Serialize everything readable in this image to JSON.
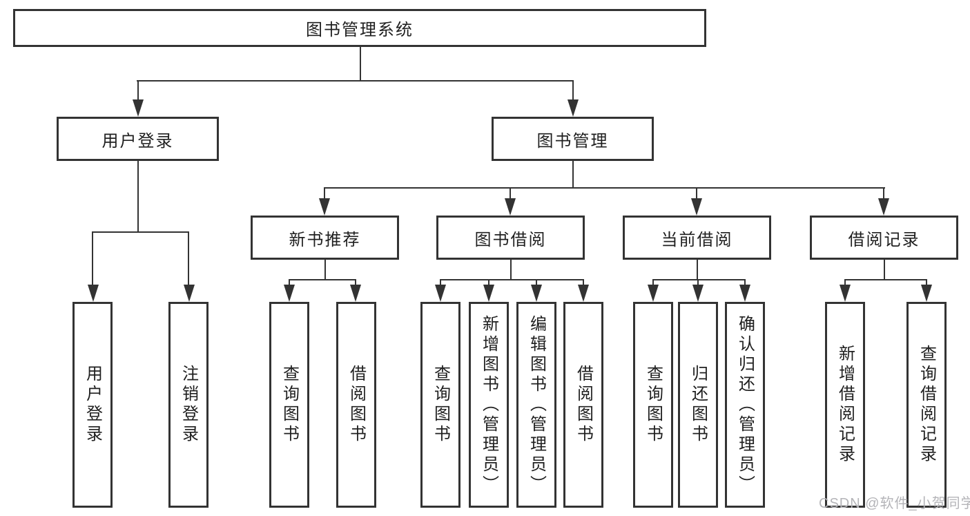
{
  "diagram": {
    "tree": {
      "root": {
        "label": "图书管理系统"
      },
      "children": [
        {
          "label": "用户登录",
          "children": [
            {
              "label": "用户登录"
            },
            {
              "label": "注销登录"
            }
          ]
        },
        {
          "label": "图书管理",
          "children": [
            {
              "label": "新书推荐",
              "children": [
                {
                  "label": "查询图书"
                },
                {
                  "label": "借阅图书"
                }
              ]
            },
            {
              "label": "图书借阅",
              "children": [
                {
                  "label": "查询图书"
                },
                {
                  "label": "新增图书（管理员）"
                },
                {
                  "label": "编辑图书（管理员）"
                },
                {
                  "label": "借阅图书"
                }
              ]
            },
            {
              "label": "当前借阅",
              "children": [
                {
                  "label": "查询图书"
                },
                {
                  "label": "归还图书"
                },
                {
                  "label": "确认归还（管理员）"
                }
              ]
            },
            {
              "label": "借阅记录",
              "children": [
                {
                  "label": "新增借阅记录"
                },
                {
                  "label": "查询借阅记录"
                }
              ]
            }
          ]
        }
      ]
    },
    "watermark": "CSDN @软件_小贺同学",
    "colors": {
      "line": "#333333",
      "text": "#1f1f1f",
      "watermark": "#b4b4b8",
      "background": "#ffffff"
    }
  }
}
